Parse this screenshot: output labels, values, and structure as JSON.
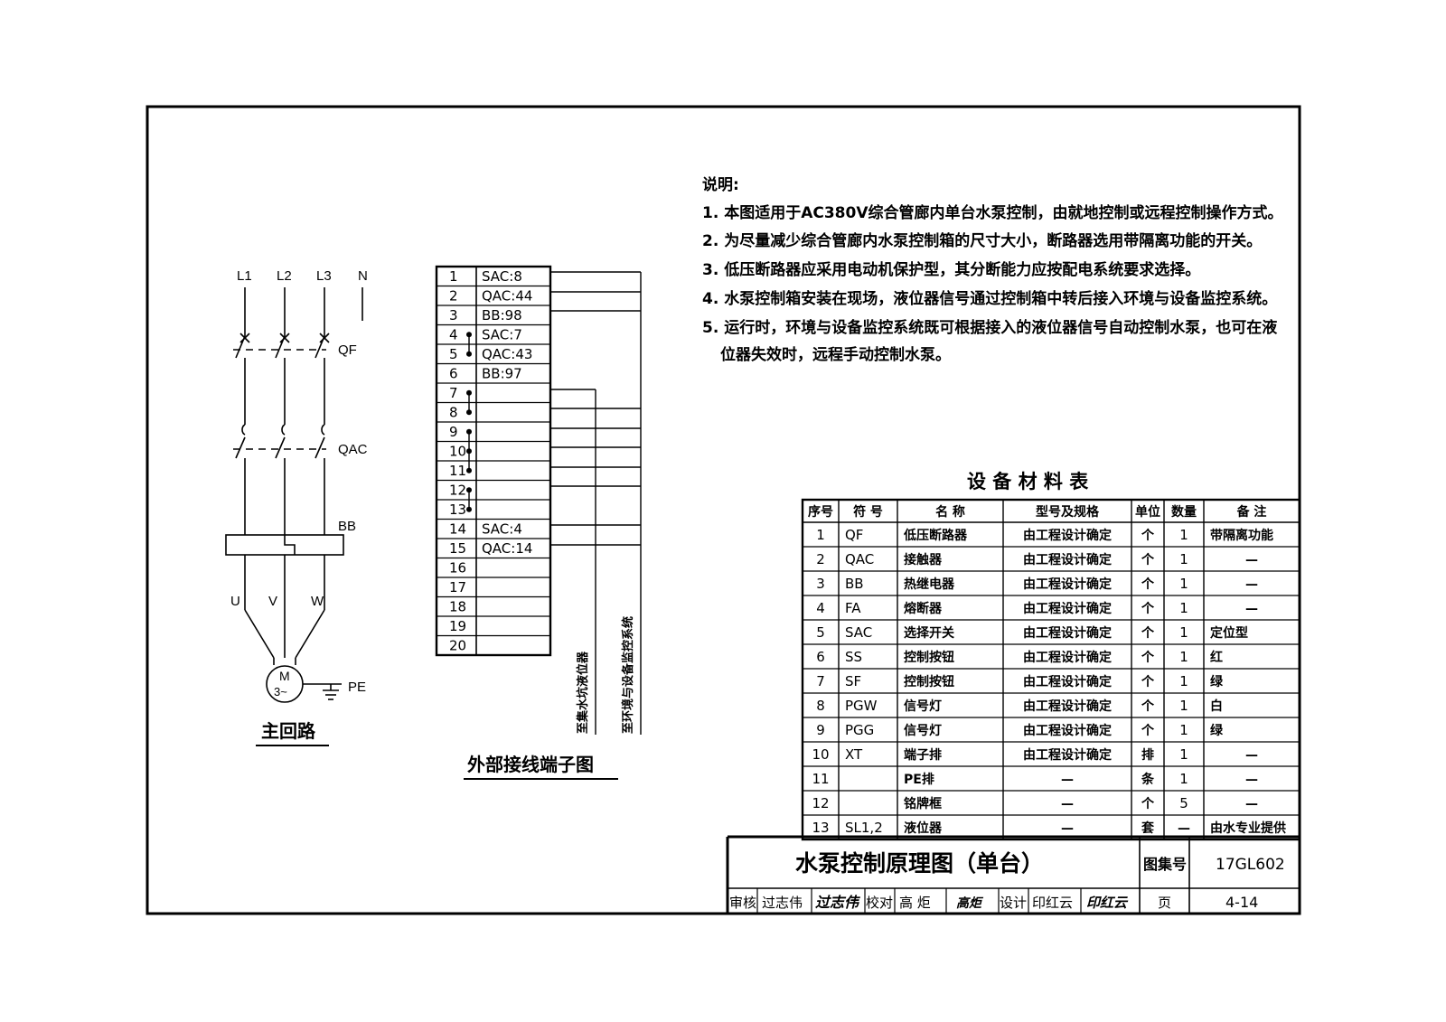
{
  "notes": {
    "heading": "说明:",
    "items": [
      "1. 本图适用于AC380V综合管廊内单台水泵控制，由就地控制或远程控制操作方式。",
      "2. 为尽量减少综合管廊内水泵控制箱的尺寸大小，断路器选用带隔离功能的开关。",
      "3. 低压断路器应采用电动机保护型，其分断能力应按配电系统要求选择。",
      "4. 水泵控制箱安装在现场，液位器信号通过控制箱中转后接入环境与设备监控系统。",
      "5. 运行时，环境与设备监控系统既可根据接入的液位器信号自动控制水泵，也可在液",
      "位器失效时，远程手动控制水泵。"
    ]
  },
  "main_circuit": {
    "phases": [
      "L1",
      "L2",
      "L3",
      "N"
    ],
    "qf": "QF",
    "qac": "QAC",
    "bb": "BB",
    "outputs": [
      "U",
      "V",
      "W"
    ],
    "motor_m": "M",
    "motor_3": "3~",
    "pe": "PE",
    "caption": "主回路"
  },
  "terminal_block": {
    "caption": "外部接线端子图",
    "rows": [
      {
        "no": "1",
        "label": "SAC:8"
      },
      {
        "no": "2",
        "label": "QAC:44"
      },
      {
        "no": "3",
        "label": "BB:98"
      },
      {
        "no": "4",
        "label": "SAC:7"
      },
      {
        "no": "5",
        "label": "QAC:43"
      },
      {
        "no": "6",
        "label": "BB:97"
      },
      {
        "no": "7",
        "label": ""
      },
      {
        "no": "8",
        "label": ""
      },
      {
        "no": "9",
        "label": ""
      },
      {
        "no": "10",
        "label": ""
      },
      {
        "no": "11",
        "label": ""
      },
      {
        "no": "12",
        "label": ""
      },
      {
        "no": "13",
        "label": ""
      },
      {
        "no": "14",
        "label": "SAC:4"
      },
      {
        "no": "15",
        "label": "QAC:14"
      },
      {
        "no": "16",
        "label": ""
      },
      {
        "no": "17",
        "label": ""
      },
      {
        "no": "18",
        "label": ""
      },
      {
        "no": "19",
        "label": ""
      },
      {
        "no": "20",
        "label": ""
      }
    ],
    "vertical_label_1": "至集水坑液位器",
    "vertical_label_2": "至环境与设备监控系统"
  },
  "equipment_table": {
    "title": "设 备 材 料 表",
    "headers": [
      "序号",
      "符 号",
      "名 称",
      "型号及规格",
      "单位",
      "数量",
      "备 注"
    ],
    "rows": [
      [
        "1",
        "QF",
        "低压断路器",
        "由工程设计确定",
        "个",
        "1",
        "带隔离功能"
      ],
      [
        "2",
        "QAC",
        "接触器",
        "由工程设计确定",
        "个",
        "1",
        "—"
      ],
      [
        "3",
        "BB",
        "热继电器",
        "由工程设计确定",
        "个",
        "1",
        "—"
      ],
      [
        "4",
        "FA",
        "熔断器",
        "由工程设计确定",
        "个",
        "1",
        "—"
      ],
      [
        "5",
        "SAC",
        "选择开关",
        "由工程设计确定",
        "个",
        "1",
        "定位型"
      ],
      [
        "6",
        "SS",
        "控制按钮",
        "由工程设计确定",
        "个",
        "1",
        "红"
      ],
      [
        "7",
        "SF",
        "控制按钮",
        "由工程设计确定",
        "个",
        "1",
        "绿"
      ],
      [
        "8",
        "PGW",
        "信号灯",
        "由工程设计确定",
        "个",
        "1",
        "白"
      ],
      [
        "9",
        "PGG",
        "信号灯",
        "由工程设计确定",
        "个",
        "1",
        "绿"
      ],
      [
        "10",
        "XT",
        "端子排",
        "由工程设计确定",
        "排",
        "1",
        "—"
      ],
      [
        "11",
        "",
        "PE排",
        "—",
        "条",
        "1",
        "—"
      ],
      [
        "12",
        "",
        "铭牌框",
        "—",
        "个",
        "5",
        "—"
      ],
      [
        "13",
        "SL1,2",
        "液位器",
        "—",
        "套",
        "—",
        "由水专业提供"
      ]
    ]
  },
  "title_block": {
    "drawing_title": "水泵控制原理图（单台）",
    "atlas_label": "图集号",
    "atlas_no": "17GL602",
    "review_label": "审核",
    "reviewer": "过志伟",
    "reviewer_sign": "过志伟",
    "check_label": "校对",
    "checker": "高 炬",
    "checker_sign": "高炬",
    "design_label": "设计",
    "designer": "印红云",
    "designer_sign": "印红云",
    "page_label": "页",
    "page_no": "4-14"
  }
}
